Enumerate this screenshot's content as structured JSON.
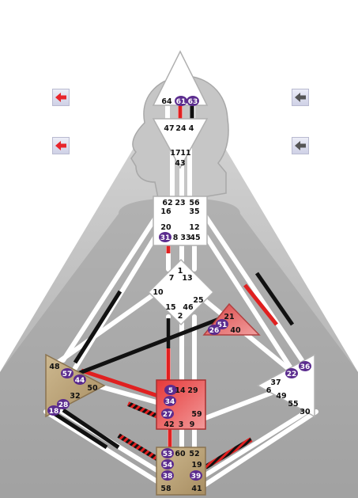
{
  "controls": {
    "left_top_color": "#e8242b",
    "left_bottom_color": "#e8242b",
    "right_top_color": "#555555",
    "right_bottom_color": "#555555",
    "left_icon": "arrow-left-icon",
    "right_icon": "arrow-left-icon"
  },
  "colors": {
    "defined_red": "#e02020",
    "defined_black": "#111111",
    "activation_purple": "#5b2c8e",
    "undefined": "#ffffff",
    "center_tan": "#b89a6a"
  },
  "centers": {
    "head": {
      "gates": [
        "64",
        "61",
        "63"
      ]
    },
    "ajna": {
      "gates": [
        "47",
        "24",
        "4",
        "17",
        "11",
        "43"
      ]
    },
    "throat": {
      "gates": [
        "62",
        "23",
        "56",
        "16",
        "35",
        "20",
        "12",
        "31",
        "8",
        "33",
        "45"
      ]
    },
    "g": {
      "gates": [
        "1",
        "7",
        "13",
        "10",
        "25",
        "15",
        "46",
        "2"
      ]
    },
    "ego": {
      "gates": [
        "21",
        "51",
        "26",
        "40"
      ]
    },
    "spleen": {
      "gates": [
        "48",
        "57",
        "44",
        "50",
        "32",
        "28",
        "18"
      ]
    },
    "solar_plexus": {
      "gates": [
        "36",
        "22",
        "37",
        "6",
        "49",
        "55",
        "30"
      ]
    },
    "sacral": {
      "gates": [
        "5",
        "14",
        "29",
        "34",
        "27",
        "59",
        "42",
        "3",
        "9"
      ]
    },
    "root": {
      "gates": [
        "53",
        "60",
        "52",
        "54",
        "19",
        "38",
        "39",
        "58",
        "41"
      ]
    }
  }
}
